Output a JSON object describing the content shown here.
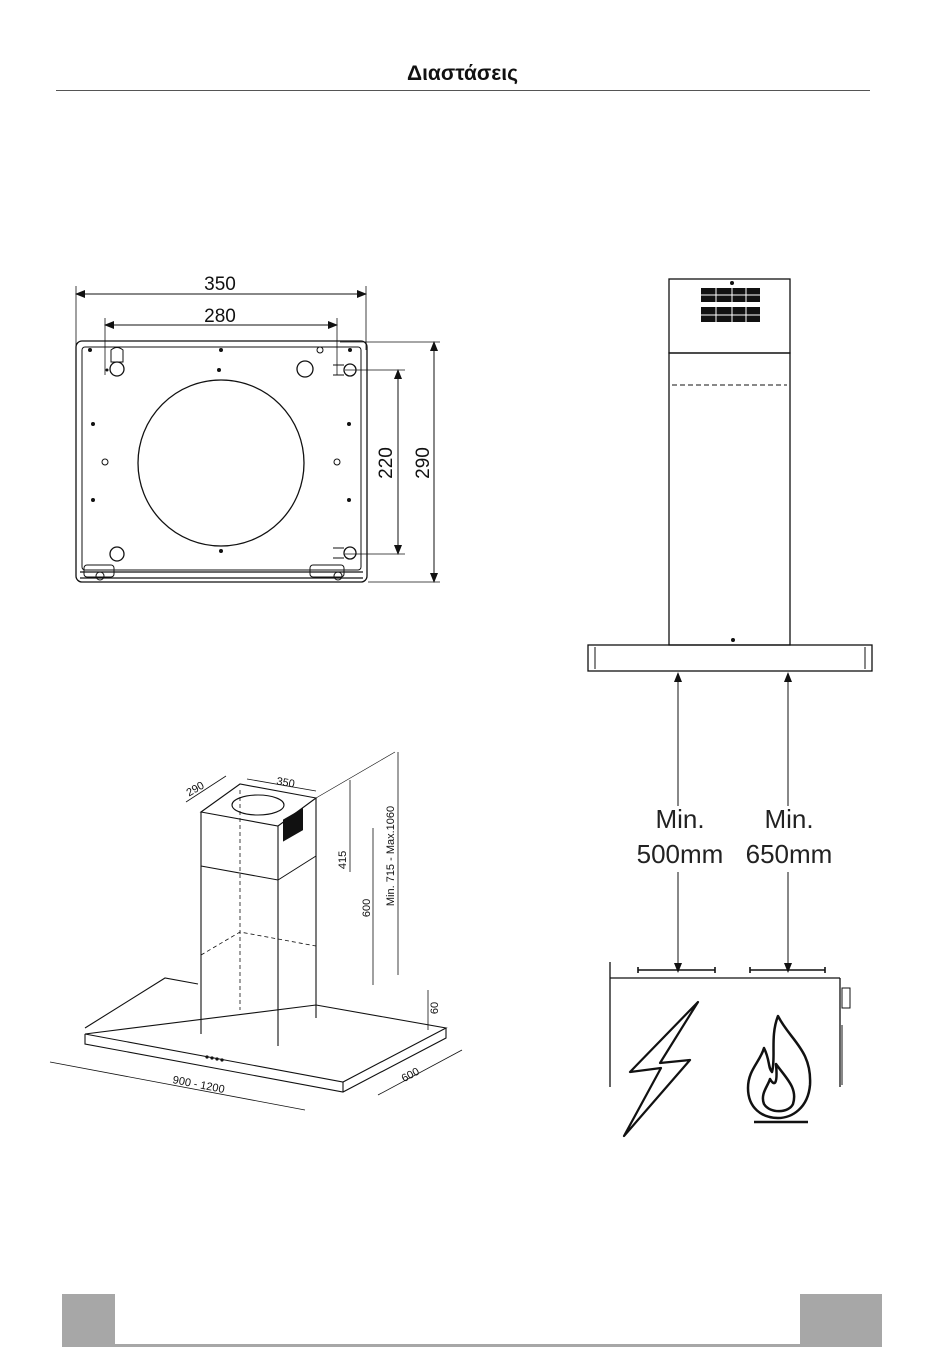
{
  "page": {
    "title": "Διαστάσεις"
  },
  "top_plan": {
    "width_outer": "350",
    "width_inner": "280",
    "height_inner": "220",
    "height_outer": "290"
  },
  "iso_view": {
    "depth_top": "290",
    "width_top": "350",
    "chimney_upper": "415",
    "chimney_lower": "600",
    "overall_height": "Min. 715  -  Max.1060",
    "canopy_height": "60",
    "canopy_depth": "600",
    "canopy_width": "900  -  1200"
  },
  "clearance": {
    "electric": {
      "line1": "Min.",
      "line2": "500mm"
    },
    "gas": {
      "line1": "Min.",
      "line2": "650mm"
    }
  },
  "icons": [
    "lightning-icon",
    "flame-icon"
  ],
  "colors": {
    "footer_gray": "#a7a7a7",
    "line": "#111111"
  }
}
